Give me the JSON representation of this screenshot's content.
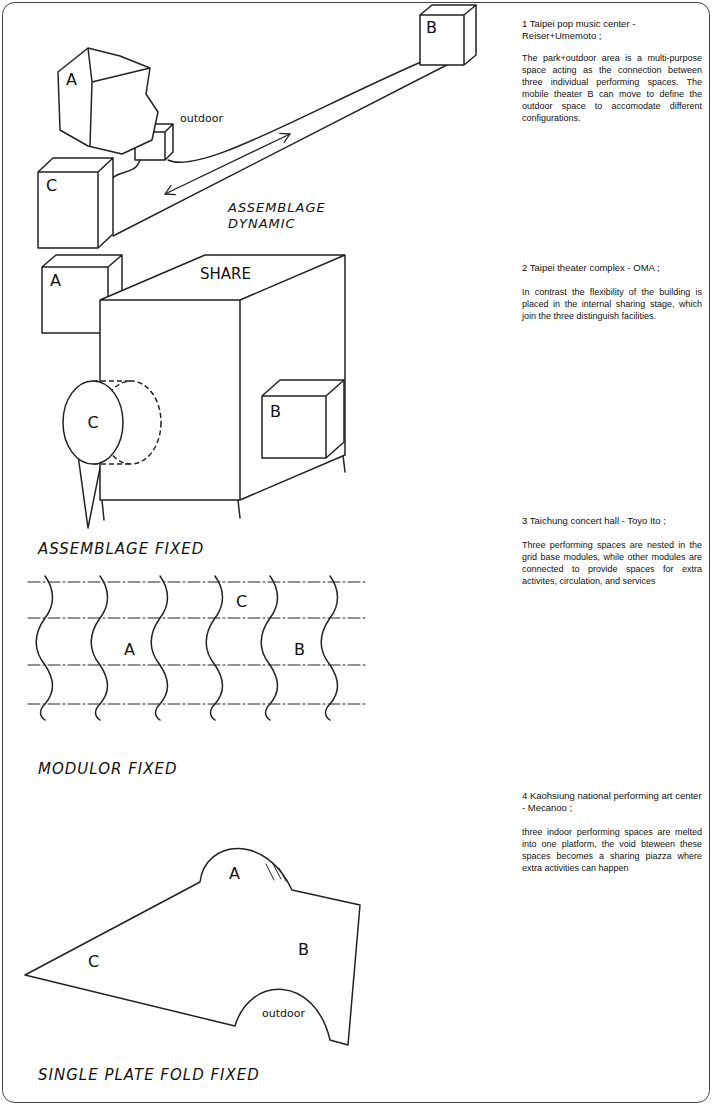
{
  "diagram": {
    "nodes": [
      {
        "text": [
          "A"
        ]
      },
      {
        "text": [
          "B"
        ]
      },
      {
        "text": [
          "C"
        ]
      },
      {
        "text": [
          "A"
        ]
      },
      {
        "text": [
          "SHARE"
        ]
      },
      {
        "text": [
          "C"
        ]
      },
      {
        "text": [
          "B"
        ]
      }
    ],
    "labels": [
      "outdoor",
      "ASSEMBLAGE DYNAMIC",
      "1 Taipei pop music center - Reiser+Umemoto ;",
      "The park+outdoor area is a multi-purpose space acting as the connection between three individual performing spaces. The mobile theater B can move to define the outdoor space to accomodate different configurations.",
      "ASSEMBLAGE FIXED",
      "2 Taipei theater complex - OMA ;",
      "In contrast the flexibility of the building is placed in the internal sharing stage, which join the three distinguish facilities.",
      "C",
      "A",
      "B",
      "MODULOR FIXED",
      "3 Taichung concert hall - Toyo Ito ;",
      "Three performing spaces are nested in the grid base modules, while other modules are connected to provide spaces for extra activites, circulation, and services",
      "A",
      "B",
      "C",
      "outdoor",
      "SINGLE PLATE FOLD FIXED",
      "4 Kaohsiung national performing art center - Mecanoo ;",
      "three indoor performing spaces are melted into one platform, the void bteween these spaces becomes a sharing piazza where extra activities can happen"
    ]
  }
}
